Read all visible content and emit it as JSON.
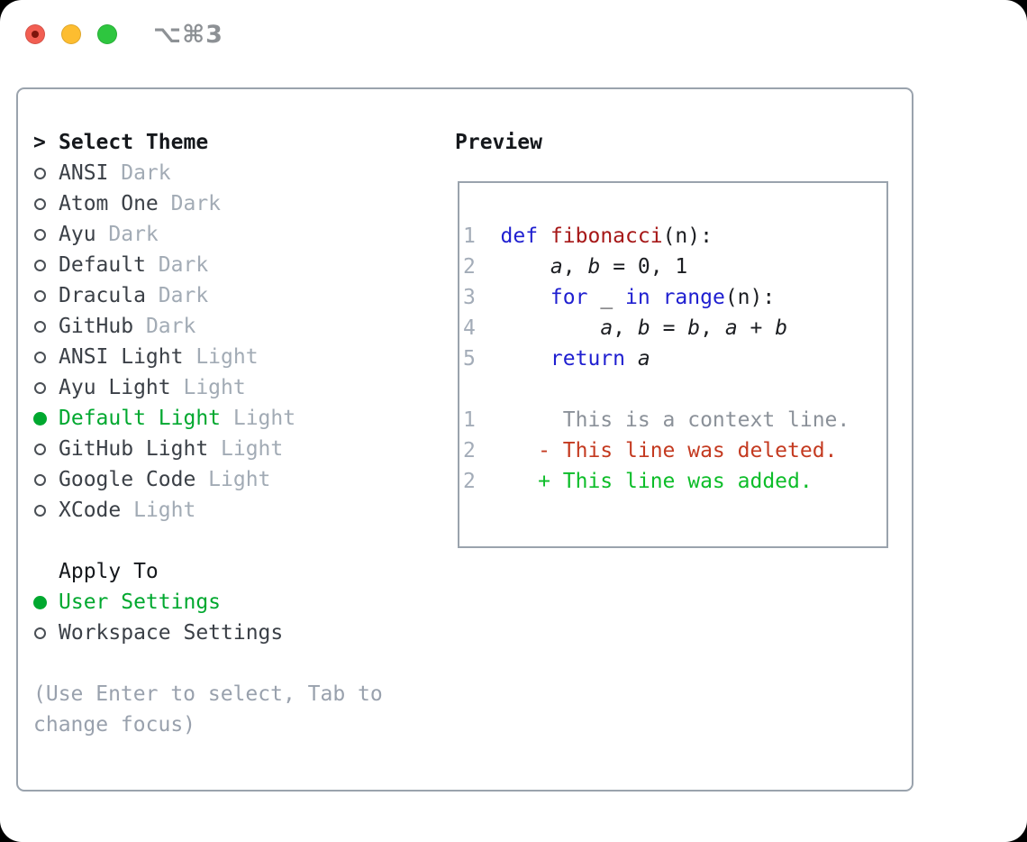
{
  "window": {
    "shortcut": "⌥⌘3"
  },
  "colors": {
    "outside": "#000000",
    "window_bg": "#ffffff",
    "panel_border": "#9aa3ad",
    "header_text": "#15181c",
    "item_text": "#3b4047",
    "tag_text": "#a2abb5",
    "ring": "#4a4f55",
    "accent_green": "#00a82f",
    "hint_text": "#99a1ad",
    "line_number": "#a3acb8",
    "code_text": "#1c1e22",
    "keyword_blue": "#1f1fd0",
    "function_red": "#a61717",
    "context_gray": "#8b9199",
    "deleted_red": "#c43a20",
    "added_green": "#0dbd29",
    "light_red": "#f25e52",
    "light_red_dot": "#7e150c",
    "light_yellow": "#fdbd30",
    "light_green": "#2ec63f",
    "shortcut_text": "#8d9195"
  },
  "theme_selector": {
    "prompt": ">",
    "header": "Select Theme",
    "items": [
      {
        "name": "ANSI",
        "tag": "Dark",
        "selected": false
      },
      {
        "name": "Atom One",
        "tag": "Dark",
        "selected": false
      },
      {
        "name": "Ayu",
        "tag": "Dark",
        "selected": false
      },
      {
        "name": "Default",
        "tag": "Dark",
        "selected": false
      },
      {
        "name": "Dracula",
        "tag": "Dark",
        "selected": false
      },
      {
        "name": "GitHub",
        "tag": "Dark",
        "selected": false
      },
      {
        "name": "ANSI Light",
        "tag": "Light",
        "selected": false
      },
      {
        "name": "Ayu Light",
        "tag": "Light",
        "selected": false
      },
      {
        "name": "Default Light",
        "tag": "Light",
        "selected": true
      },
      {
        "name": "GitHub Light",
        "tag": "Light",
        "selected": false
      },
      {
        "name": "Google Code",
        "tag": "Light",
        "selected": false
      },
      {
        "name": "XCode",
        "tag": "Light",
        "selected": false
      }
    ]
  },
  "apply_to": {
    "header": "Apply To",
    "options": [
      {
        "name": "User Settings",
        "selected": true
      },
      {
        "name": "Workspace Settings",
        "selected": false
      }
    ]
  },
  "hint_lines": [
    "(Use Enter to select, Tab to",
    "change focus)"
  ],
  "preview": {
    "header": "Preview",
    "lines": [
      {
        "num": "1",
        "parts": [
          {
            "t": "def",
            "c": "kw"
          },
          {
            "t": " ",
            "c": "pl"
          },
          {
            "t": "fibonacci",
            "c": "fn"
          },
          {
            "t": "(n):",
            "c": "pl"
          }
        ]
      },
      {
        "num": "2",
        "parts": [
          {
            "t": "    ",
            "c": "pl"
          },
          {
            "t": "a",
            "c": "var"
          },
          {
            "t": ", ",
            "c": "pl"
          },
          {
            "t": "b",
            "c": "var"
          },
          {
            "t": " = 0, 1",
            "c": "pl"
          }
        ]
      },
      {
        "num": "3",
        "parts": [
          {
            "t": "    ",
            "c": "pl"
          },
          {
            "t": "for",
            "c": "kw"
          },
          {
            "t": " _ ",
            "c": "pl"
          },
          {
            "t": "in",
            "c": "kw"
          },
          {
            "t": " ",
            "c": "pl"
          },
          {
            "t": "range",
            "c": "kw"
          },
          {
            "t": "(n):",
            "c": "pl"
          }
        ]
      },
      {
        "num": "4",
        "parts": [
          {
            "t": "        ",
            "c": "pl"
          },
          {
            "t": "a",
            "c": "var"
          },
          {
            "t": ", ",
            "c": "pl"
          },
          {
            "t": "b",
            "c": "var"
          },
          {
            "t": " = ",
            "c": "pl"
          },
          {
            "t": "b",
            "c": "var"
          },
          {
            "t": ", ",
            "c": "pl"
          },
          {
            "t": "a",
            "c": "var"
          },
          {
            "t": " + ",
            "c": "pl"
          },
          {
            "t": "b",
            "c": "var"
          }
        ]
      },
      {
        "num": "5",
        "parts": [
          {
            "t": "    ",
            "c": "pl"
          },
          {
            "t": "return",
            "c": "kw"
          },
          {
            "t": " ",
            "c": "pl"
          },
          {
            "t": "a",
            "c": "var"
          }
        ]
      },
      {
        "blank": true
      },
      {
        "num": "1",
        "parts": [
          {
            "t": "     This is a context line.",
            "c": "ctx"
          }
        ]
      },
      {
        "num": "2",
        "parts": [
          {
            "t": "   - This line was deleted.",
            "c": "del"
          }
        ]
      },
      {
        "num": "2",
        "parts": [
          {
            "t": "   + This line was added.",
            "c": "add"
          }
        ]
      }
    ]
  }
}
